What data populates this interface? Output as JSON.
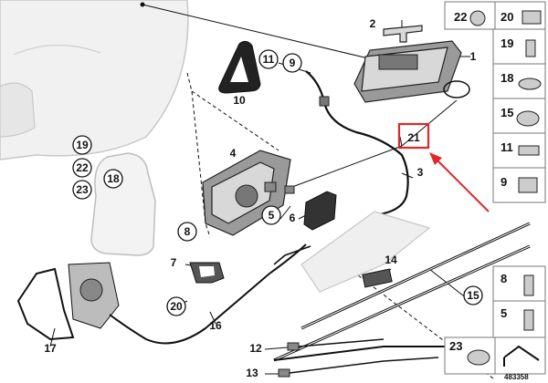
{
  "callouts": [
    {
      "id": "c1",
      "text": "1",
      "circled": false
    },
    {
      "id": "c2",
      "text": "2",
      "circled": false
    },
    {
      "id": "c3",
      "text": "3",
      "circled": false
    },
    {
      "id": "c4",
      "text": "4",
      "circled": false
    },
    {
      "id": "c5",
      "text": "5",
      "circled": true
    },
    {
      "id": "c6",
      "text": "6",
      "circled": false
    },
    {
      "id": "c7",
      "text": "7",
      "circled": false
    },
    {
      "id": "c8",
      "text": "8",
      "circled": true
    },
    {
      "id": "c9",
      "text": "9",
      "circled": true
    },
    {
      "id": "c10",
      "text": "10",
      "circled": false
    },
    {
      "id": "c11",
      "text": "11",
      "circled": true
    },
    {
      "id": "c12",
      "text": "12",
      "circled": false
    },
    {
      "id": "c13",
      "text": "13",
      "circled": false
    },
    {
      "id": "c14",
      "text": "14",
      "circled": false
    },
    {
      "id": "c15",
      "text": "15",
      "circled": true
    },
    {
      "id": "c16",
      "text": "16",
      "circled": false
    },
    {
      "id": "c17",
      "text": "17",
      "circled": false
    },
    {
      "id": "c18",
      "text": "18",
      "circled": true
    },
    {
      "id": "c19",
      "text": "19",
      "circled": true
    },
    {
      "id": "c20",
      "text": "20",
      "circled": true
    },
    {
      "id": "c21",
      "text": "21",
      "circled": false,
      "highlighted": true
    },
    {
      "id": "c22",
      "text": "22",
      "circled": true
    },
    {
      "id": "c23",
      "text": "23",
      "circled": true
    }
  ],
  "legend_top": [
    "22",
    "20",
    "19",
    "18",
    "15",
    "11",
    "9"
  ],
  "legend_bottom": [
    "8",
    "5"
  ],
  "legend_footer": "23",
  "diagram_number": "483358",
  "colors": {
    "highlight": "#e0262b",
    "part": "#d8d8d8",
    "part_dark": "#9a9a9a",
    "line": "#111111"
  }
}
